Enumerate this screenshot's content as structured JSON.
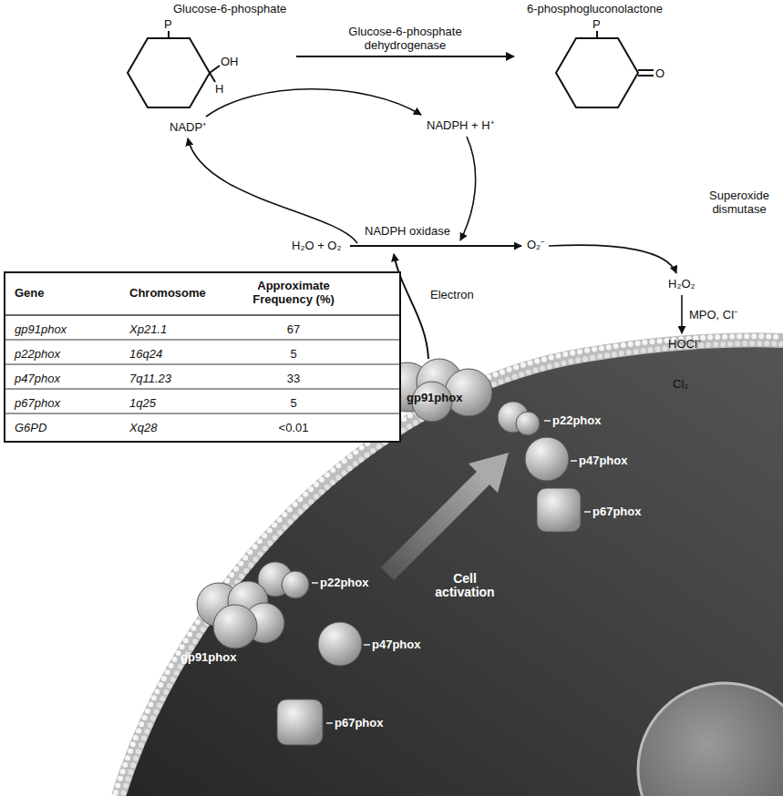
{
  "diagram": {
    "nodes": [
      {
        "text": [
          "Glucose-6-phosphate",
          "P",
          "OH",
          "H"
        ]
      },
      {
        "text": [
          "6-phosphogluconolactone",
          "P",
          "O"
        ]
      },
      {
        "text": [
          "Cell activation"
        ]
      },
      {
        "text": [
          "gp91phox"
        ],
        "in": 2
      },
      {
        "text": [
          "p22phox"
        ],
        "in": 2
      },
      {
        "text": [
          "p47phox"
        ],
        "in": 2
      },
      {
        "text": [
          "p67phox"
        ],
        "in": 2
      },
      {
        "text": [
          "p22phox"
        ],
        "in": 2
      },
      {
        "text": [
          "gp91phox"
        ],
        "in": 2
      },
      {
        "text": [
          "p47phox"
        ],
        "in": 2
      },
      {
        "text": [
          "p67phox"
        ],
        "in": 2
      }
    ],
    "edges": [
      {
        "from": 0,
        "to": 1,
        "label": "Glucose-6-phosphate dehydrogenase",
        "arrow": "to"
      }
    ],
    "labels": [
      "NADP⁺",
      "NADPH + H⁺",
      "H₂O + O₂",
      "NADPH oxidase",
      "O₂⁻",
      "Superoxide dismutase",
      "H₂O₂",
      "MPO, Cl⁻",
      "HOCl⁻",
      "Cl₂",
      "Electron",
      "Gene",
      "Chromosome",
      "Approximate Frequency (%)",
      "gp91phox",
      "Xp21.1",
      "67",
      "p22phox",
      "16q24",
      "5",
      "p47phox",
      "7q11.23",
      "33",
      "p67phox",
      "1q25",
      "5",
      "G6PD",
      "Xq28",
      "<0.01"
    ]
  }
}
